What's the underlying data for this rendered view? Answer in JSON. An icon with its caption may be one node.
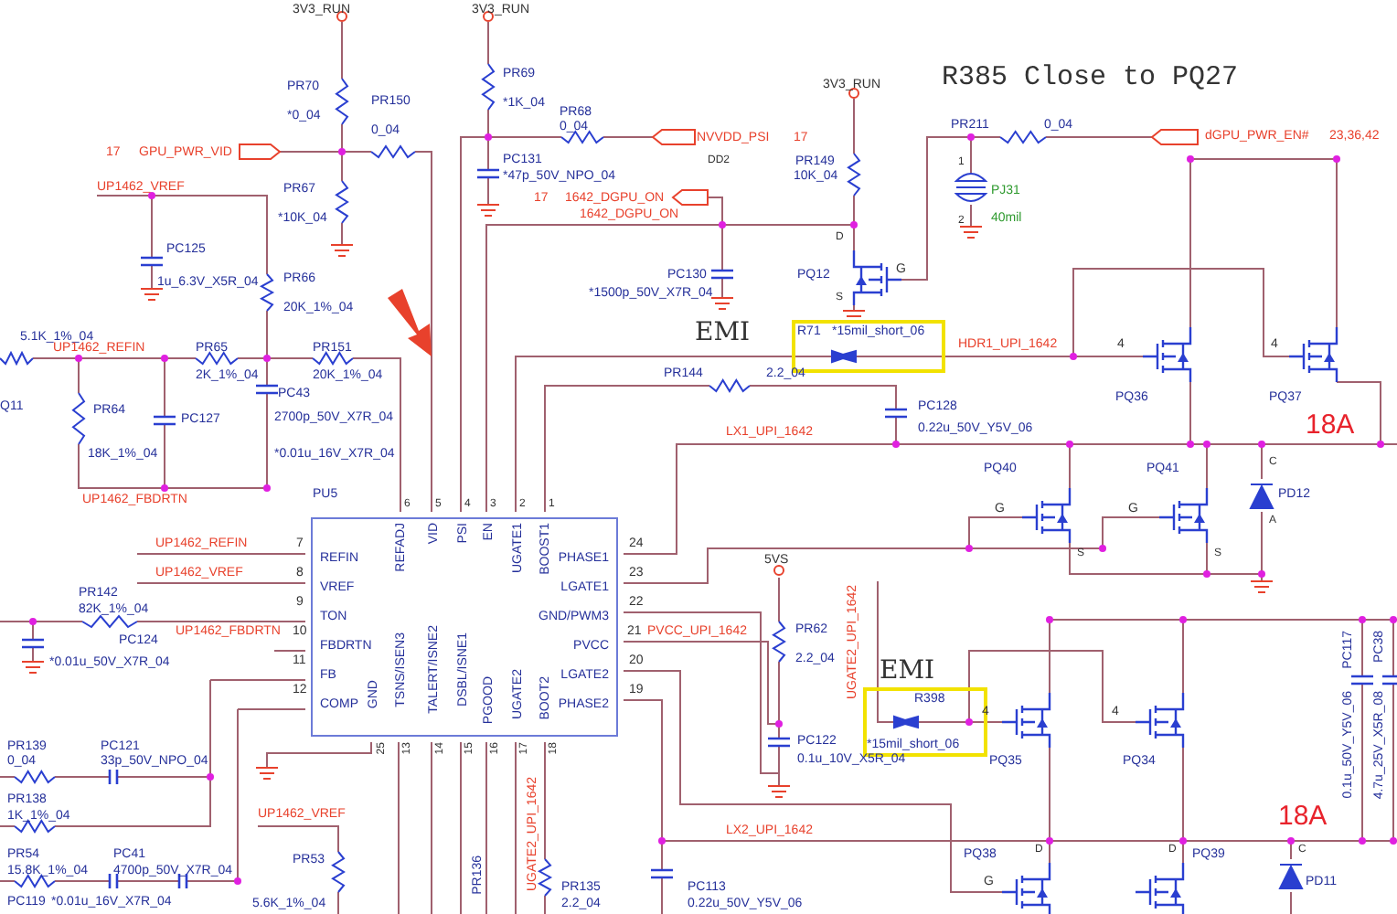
{
  "diagram": {
    "nodes": [
      {
        "text": [
          "REFIN",
          "VREF",
          "TON",
          "FBDRTN",
          "FB",
          "COMP",
          "REFADJ",
          "VID",
          "PSI",
          "EN",
          "UGATE1",
          "BOOST1",
          "PHASE1",
          "LGATE1",
          "GND/PWM3",
          "PVCC",
          "LGATE2",
          "PHASE2",
          "GND",
          "TSNS/ISEN3",
          "TALERT/ISNE2",
          "DSBL/ISNE1",
          "PGOOD",
          "UGATE2",
          "BOOT2"
        ],
        "beside": [
          "6",
          "5",
          "4",
          "3",
          "2",
          "1",
          "7",
          "24",
          "8",
          "23",
          "9",
          "22",
          "10",
          "21",
          "11",
          "20",
          "12",
          "19",
          "25",
          "13",
          "14",
          "15",
          "16",
          "17",
          "18"
        ]
      }
    ],
    "labels": [
      "3V3_RUN",
      "3V3_RUN",
      "R385 Close to PQ27",
      "PR70",
      "PR150",
      "PR69",
      "3V3_RUN",
      "*1K_04",
      "*0_04",
      "0_04",
      "PR68",
      "0_04",
      "PR211",
      "0_04",
      "17",
      "GPU_PWR_VID",
      "NVVDD_PSI",
      "17",
      "dGPU_PWR_EN#",
      "23,36,42",
      "PC131",
      "*47p_50V_NPO_04",
      "DD2",
      "PR149",
      "10K_04",
      "1",
      "UP1462_VREF",
      "PR67",
      "PJ31",
      "*10K_04",
      "17",
      "1642_DGPU_ON",
      "1642_DGPU_ON",
      "2",
      "40mil",
      "D",
      "PC125",
      "PQ12",
      "G",
      "1u_6.3V_X5R_04",
      "PR66",
      "PC130",
      "*1500p_50V_X7R_04",
      "S",
      "20K_1%_04",
      "EMI",
      "5.1K_1%_04",
      "UP1462_REFIN",
      "PR65",
      "PR151",
      "R71",
      "*15mil_short_06",
      "4",
      "4",
      "HDR1_UPI_1642",
      "2K_1%_04",
      "20K_1%_04",
      "PR144",
      "2.2_04",
      "Q11",
      "PR64",
      "PC127",
      "PC43",
      "2700p_50V_X7R_04",
      "LX1_UPI_1642",
      "PC128",
      "0.22u_50V_Y5V_06",
      "PQ36",
      "PQ37",
      "18A",
      "18K_1%_04",
      "*0.01u_16V_X7R_04",
      "PQ40",
      "PQ41",
      "UP1462_FBDRTN",
      "C",
      "PU5",
      "PD12",
      "G",
      "G",
      "S",
      "S",
      "A",
      "UP1462_REFIN",
      "UP1462_VREF",
      "5VS",
      "PR142",
      "82K_1%_04",
      "PC124",
      "UP1462_FBDRTN",
      "PVCC_UPI_1642",
      "PR62",
      "*0.01u_50V_X7R_04",
      "2.2_04",
      "PC117",
      "PC38",
      "EMI",
      "R398",
      "4",
      "4",
      "UGATE2_UPI_1642",
      "PR139",
      "PC121",
      "PC122",
      "*15mil_short_06",
      "0_04",
      "33p_50V_NPO_04",
      "0.1u_10V_X5R_04",
      "PQ35",
      "PQ34",
      "0.1u_50V_Y5V_06",
      "4.7u_25V_X5R_08",
      "PR138",
      "1K_1%_04",
      "UGATE2_UPI_1642",
      "UP1462_VREF",
      "18A",
      "PR54",
      "PC41",
      "LX2_UPI_1642",
      "15.8K_1%_04",
      "4700p_50V_X7R_04",
      "PQ38",
      "PQ39",
      "D",
      "D",
      "C",
      "PC119",
      "*0.01u_16V_X7R_04",
      "PR53",
      "G",
      "PD11",
      "5.6K_1%_04",
      "PR136",
      "PR135",
      "2.2_04",
      "PC113",
      "0.22u_50V_Y5V_06"
    ]
  }
}
